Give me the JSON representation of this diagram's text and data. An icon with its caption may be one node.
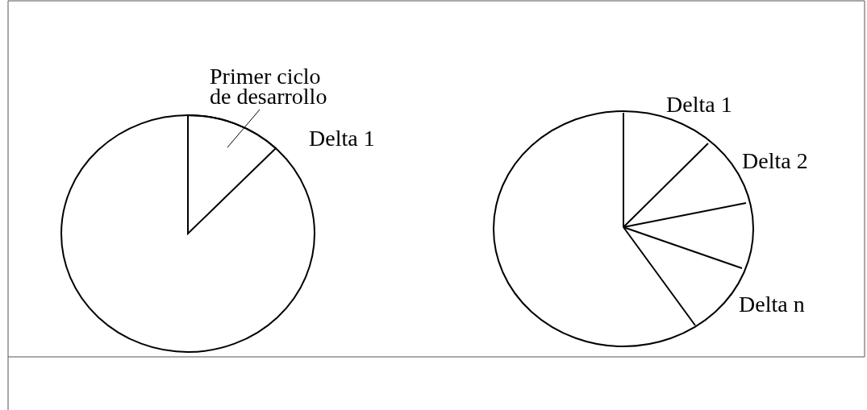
{
  "diagram": {
    "nodes": [
      {
        "text": [
          "Primer ciclo de desarrollo"
        ]
      },
      {
        "text": [],
        "shape": "wedge"
      }
    ],
    "edges": [
      {
        "from": 0,
        "to": 1,
        "arrow": "none"
      }
    ],
    "labels": [
      "Delta 1",
      "Delta 1",
      "Delta 2",
      "Delta n"
    ]
  }
}
